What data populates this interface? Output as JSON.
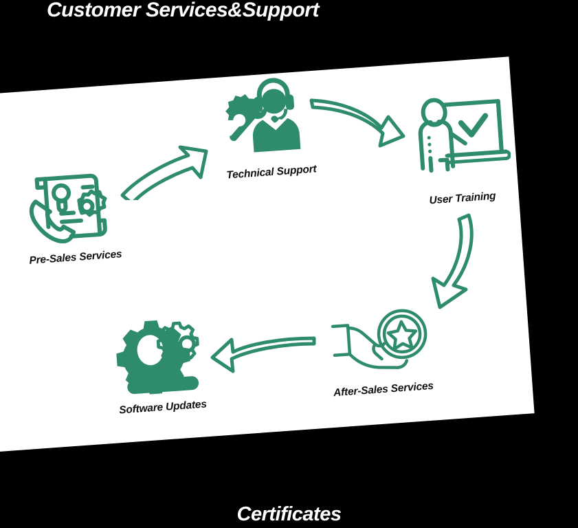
{
  "title": "Customer Services&Support",
  "footer_caption": "Certificates",
  "colors": {
    "background": "#000000",
    "panel": "#ffffff",
    "accent_green": "#2e8c6a",
    "title_text": "#ffffff",
    "label_text": "#111111"
  },
  "nodes": [
    {
      "id": "pre-sales-services",
      "label": "Pre-Sales Services",
      "icon": "phone-document-gear-icon"
    },
    {
      "id": "technical-support",
      "label": "Technical Support",
      "icon": "headset-agent-wrench-gear-icon"
    },
    {
      "id": "user-training",
      "label": "User Training",
      "icon": "trainer-whiteboard-checkmark-icon"
    },
    {
      "id": "after-sales-services",
      "label": "After-Sales Services",
      "icon": "hand-holding-star-medal-icon"
    },
    {
      "id": "software-updates",
      "label": "Software Updates",
      "icon": "gears-update-icon"
    }
  ],
  "arrows": [
    {
      "id": "arrow-pre-sales-to-technical-support",
      "direction": "up-right",
      "icon": "curved-arrow-icon"
    },
    {
      "id": "arrow-technical-support-to-user-training",
      "direction": "right-down",
      "icon": "curved-arrow-icon"
    },
    {
      "id": "arrow-user-training-to-after-sales",
      "direction": "down-left",
      "icon": "curved-arrow-icon"
    },
    {
      "id": "arrow-after-sales-to-software-updates",
      "direction": "left",
      "icon": "curved-arrow-icon"
    }
  ]
}
